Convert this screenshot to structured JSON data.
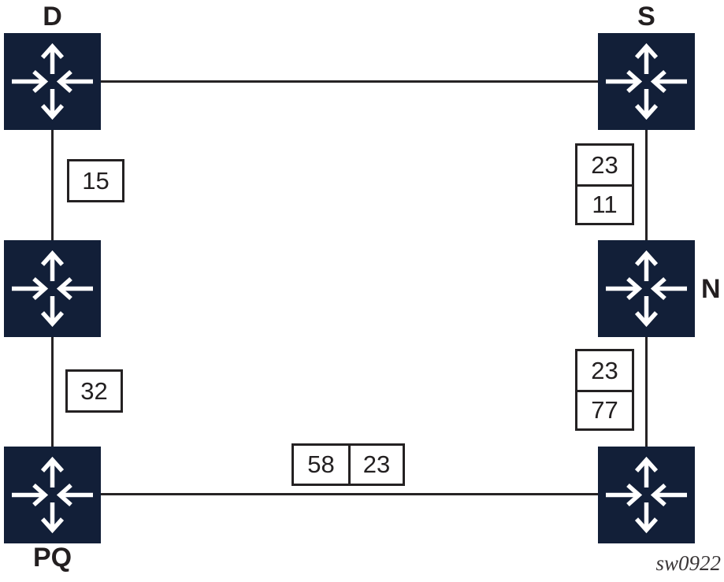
{
  "diagram": {
    "figure_code": "sw0922",
    "colors": {
      "router_fill": "#121f38",
      "arrow": "#ffffff",
      "line": "#262324",
      "box_border": "#242122",
      "text": "#231f20"
    },
    "nodes": {
      "d": {
        "label": "D"
      },
      "s": {
        "label": "S"
      },
      "ml": {
        "label": ""
      },
      "n": {
        "label": "N"
      },
      "pq": {
        "label": "PQ"
      },
      "br": {
        "label": ""
      }
    },
    "metrics": {
      "d_ml": {
        "values": [
          "15"
        ]
      },
      "ml_pq": {
        "values": [
          "32"
        ]
      },
      "s_n": {
        "values": [
          "23",
          "11"
        ]
      },
      "n_br": {
        "values": [
          "23",
          "77"
        ]
      },
      "pq_br": {
        "values": [
          "58",
          "23"
        ]
      }
    }
  }
}
